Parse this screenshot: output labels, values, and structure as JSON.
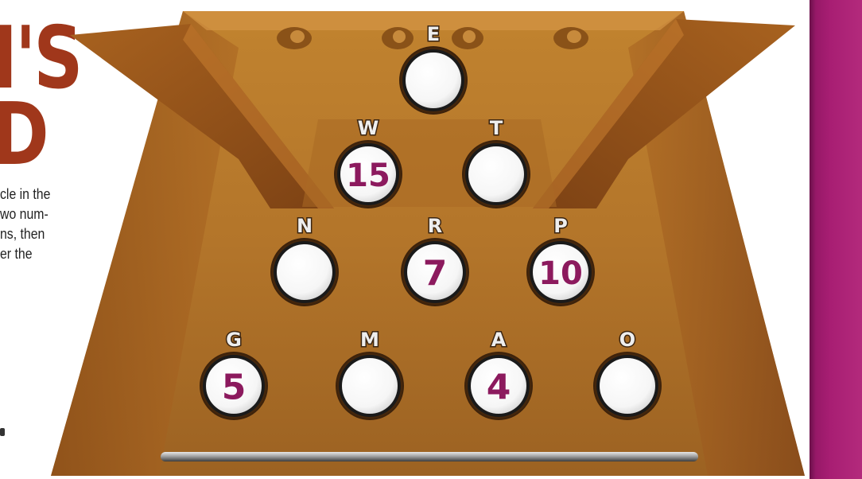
{
  "title": {
    "line1": "I'S",
    "line2": "D"
  },
  "instructions": "cle in the\nwo num-\nns, then\ner the",
  "colors": {
    "title": "#a0371b",
    "number": "#8c1a5e",
    "board_wood": "#b3752a",
    "side_strip": "#a81e73"
  },
  "pyramid": [
    {
      "id": "E",
      "label": "E",
      "value": ""
    },
    {
      "id": "W",
      "label": "W",
      "value": "15"
    },
    {
      "id": "T",
      "label": "T",
      "value": ""
    },
    {
      "id": "N",
      "label": "N",
      "value": ""
    },
    {
      "id": "R",
      "label": "R",
      "value": "7"
    },
    {
      "id": "P",
      "label": "P",
      "value": "10"
    },
    {
      "id": "G",
      "label": "G",
      "value": "5"
    },
    {
      "id": "M",
      "label": "M",
      "value": ""
    },
    {
      "id": "A",
      "label": "A",
      "value": "4"
    },
    {
      "id": "O",
      "label": "O",
      "value": ""
    }
  ]
}
